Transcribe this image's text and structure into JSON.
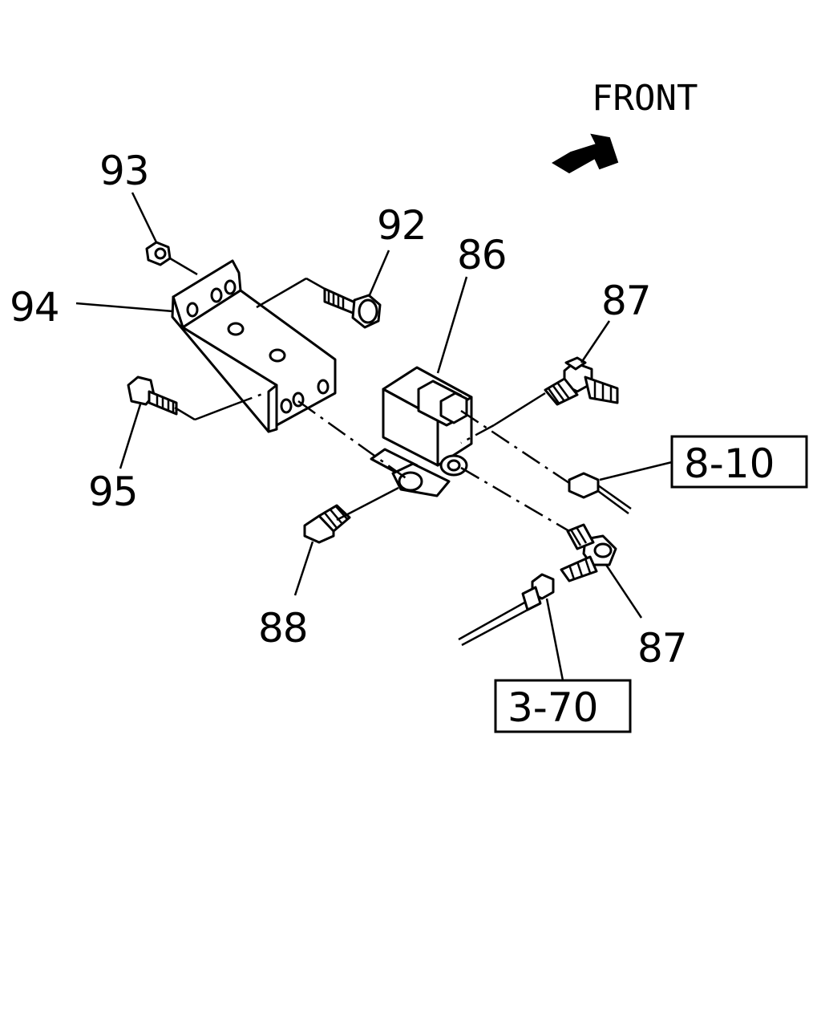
{
  "front_label": "FRONT",
  "callouts": {
    "p86": "86",
    "p87_top": "87",
    "p87_bottom": "87",
    "p88": "88",
    "p92": "92",
    "p93": "93",
    "p94": "94",
    "p95": "95"
  },
  "references": {
    "ref_8_10": "8-10",
    "ref_3_70": "3-70"
  },
  "colors": {
    "ink": "#000000",
    "paper": "#ffffff"
  }
}
